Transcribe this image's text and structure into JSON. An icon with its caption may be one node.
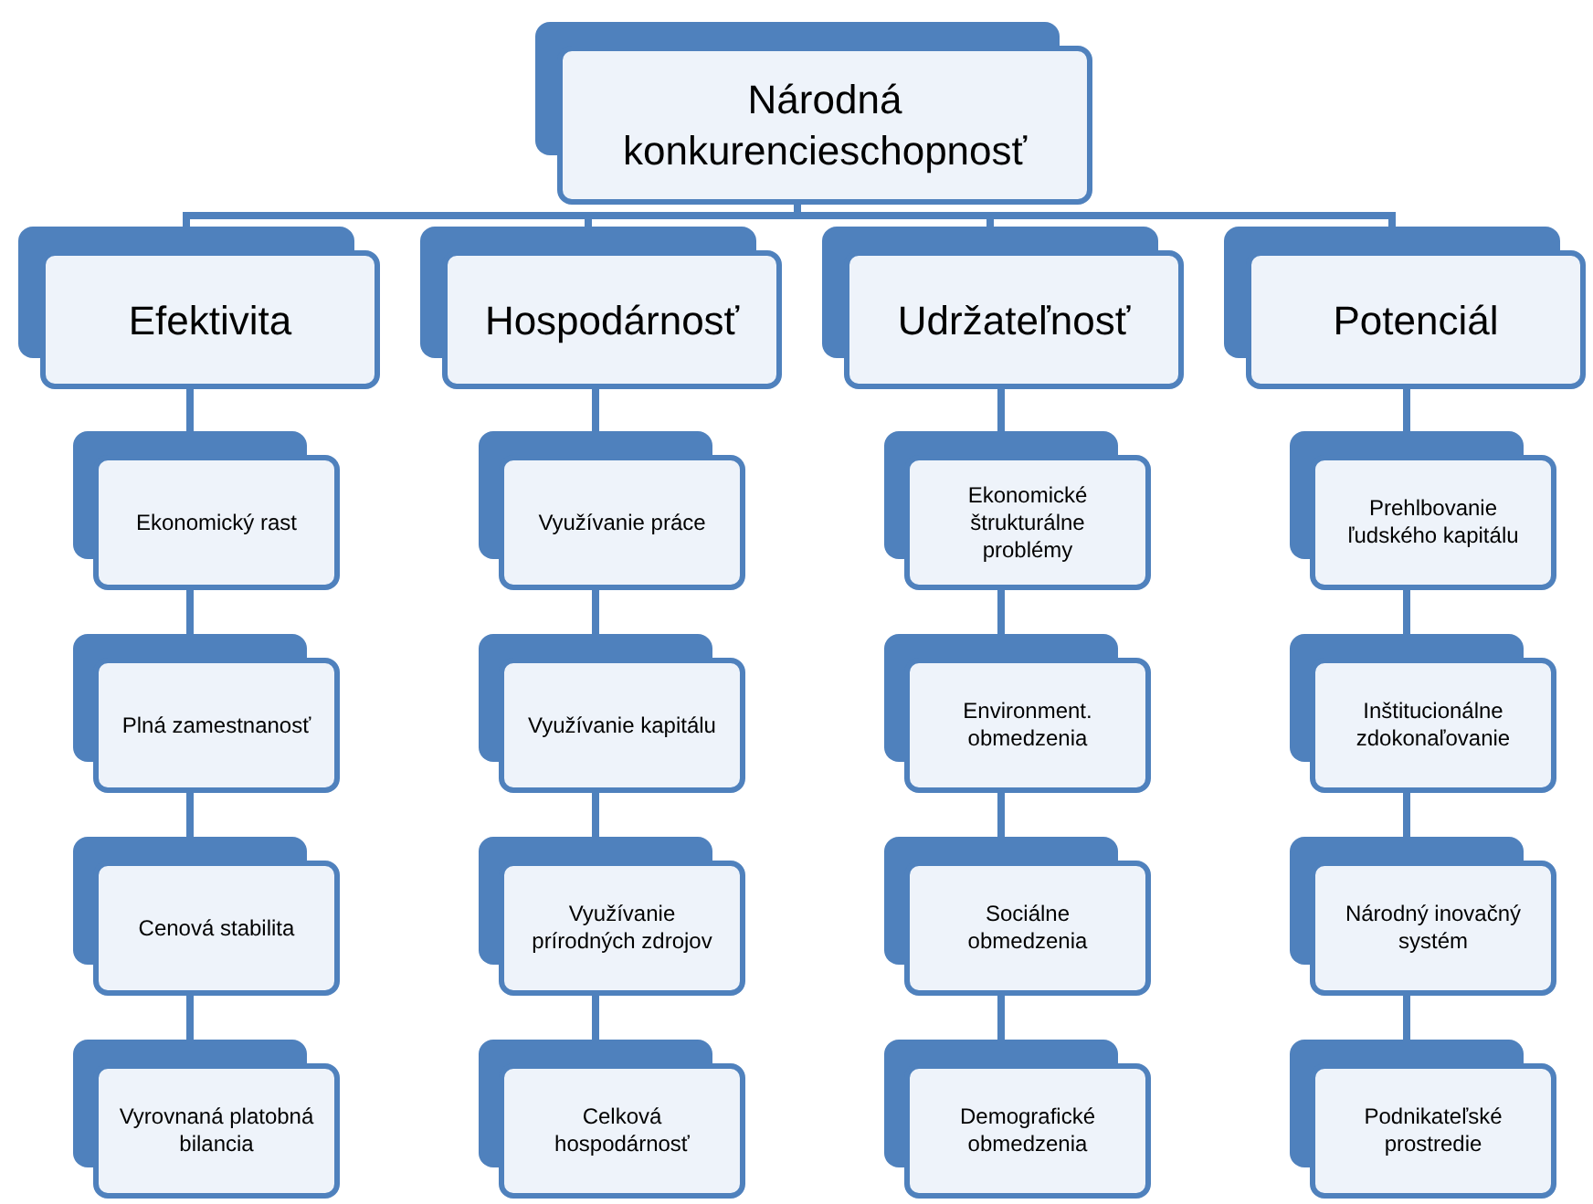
{
  "diagram": {
    "nodes": [
      {
        "text": [
          "Národná konkurencieschopnosť"
        ]
      },
      {
        "text": [
          "Efektivita"
        ]
      },
      {
        "text": [
          "Hospodárnosť"
        ]
      },
      {
        "text": [
          "Udržateľnosť"
        ]
      },
      {
        "text": [
          "Potenciál"
        ]
      },
      {
        "text": [
          "Ekonomický rast"
        ]
      },
      {
        "text": [
          "Plná zamestnanosť"
        ]
      },
      {
        "text": [
          "Cenová stabilita"
        ]
      },
      {
        "text": [
          "Vyrovnaná platobná bilancia"
        ]
      },
      {
        "text": [
          "Využívanie práce"
        ]
      },
      {
        "text": [
          "Využívanie kapitálu"
        ]
      },
      {
        "text": [
          "Využívanie prírodných zdrojov"
        ]
      },
      {
        "text": [
          "Celková hospodárnosť"
        ]
      },
      {
        "text": [
          "Ekonomické štrukturálne problémy"
        ]
      },
      {
        "text": [
          "Environment. obmedzenia"
        ]
      },
      {
        "text": [
          "Sociálne obmedzenia"
        ]
      },
      {
        "text": [
          "Demografické obmedzenia"
        ]
      },
      {
        "text": [
          "Prehlbovanie ľudského kapitálu"
        ]
      },
      {
        "text": [
          "Inštitucionálne zdokonaľovanie"
        ]
      },
      {
        "text": [
          "Národný inovačný systém"
        ]
      },
      {
        "text": [
          "Podnikateľské prostredie"
        ]
      }
    ],
    "edges": [
      {
        "from": 0,
        "to": 1,
        "arrow": "none"
      },
      {
        "from": 0,
        "to": 2,
        "arrow": "none"
      },
      {
        "from": 0,
        "to": 3,
        "arrow": "none"
      },
      {
        "from": 0,
        "to": 4,
        "arrow": "none"
      },
      {
        "from": 1,
        "to": 5,
        "arrow": "none"
      },
      {
        "from": 5,
        "to": 6,
        "arrow": "none"
      },
      {
        "from": 6,
        "to": 7,
        "arrow": "none"
      },
      {
        "from": 7,
        "to": 8,
        "arrow": "none"
      },
      {
        "from": 2,
        "to": 9,
        "arrow": "none"
      },
      {
        "from": 9,
        "to": 10,
        "arrow": "none"
      },
      {
        "from": 10,
        "to": 11,
        "arrow": "none"
      },
      {
        "from": 11,
        "to": 12,
        "arrow": "none"
      },
      {
        "from": 3,
        "to": 13,
        "arrow": "none"
      },
      {
        "from": 13,
        "to": 14,
        "arrow": "none"
      },
      {
        "from": 14,
        "to": 15,
        "arrow": "none"
      },
      {
        "from": 15,
        "to": 16,
        "arrow": "none"
      },
      {
        "from": 4,
        "to": 17,
        "arrow": "none"
      },
      {
        "from": 17,
        "to": 18,
        "arrow": "none"
      },
      {
        "from": 18,
        "to": 19,
        "arrow": "none"
      },
      {
        "from": 19,
        "to": 20,
        "arrow": "none"
      }
    ]
  }
}
